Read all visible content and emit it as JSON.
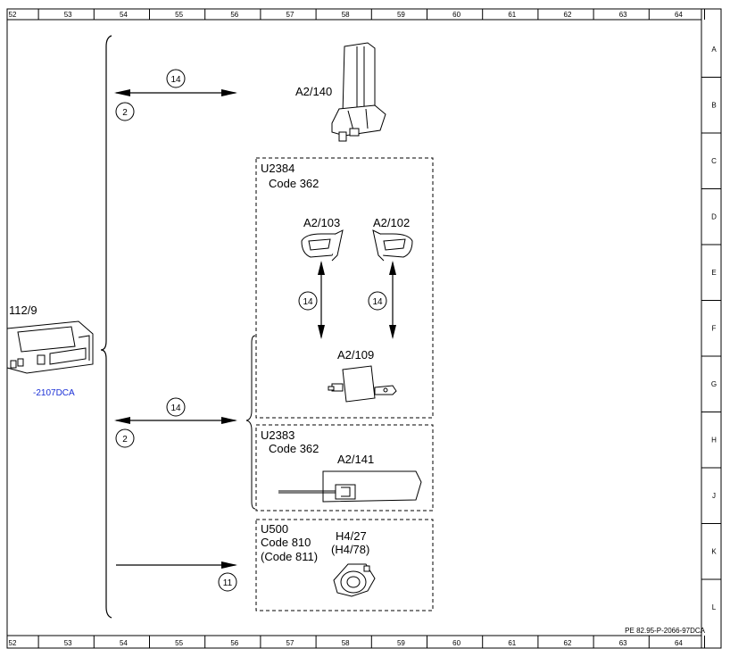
{
  "grid": {
    "columns": [
      "52",
      "53",
      "54",
      "55",
      "56",
      "57",
      "58",
      "59",
      "60",
      "61",
      "62",
      "63",
      "64"
    ],
    "rows": [
      "A",
      "B",
      "C",
      "D",
      "E",
      "F",
      "G",
      "H",
      "J",
      "K",
      "L"
    ]
  },
  "left_labels": {
    "part": "112/9",
    "ref": "-2107DCA"
  },
  "components": {
    "a2_140": "A2/140",
    "a2_103": "A2/103",
    "a2_102": "A2/102",
    "a2_109": "A2/109",
    "a2_141": "A2/141",
    "h4_27": "H4/27",
    "h4_78": "(H4/78)"
  },
  "groups": {
    "u2384": {
      "name": "U2384",
      "code": "Code 362"
    },
    "u2383": {
      "name": "U2383",
      "code": "Code 362"
    },
    "u500": {
      "name": "U500",
      "code": "Code 810",
      "code_alt": "(Code 811)"
    }
  },
  "circles": {
    "c14_top": "14",
    "c2_top": "2",
    "c14_left": "14",
    "c14_right": "14",
    "c14_mid": "14",
    "c2_mid": "2",
    "c11": "11"
  },
  "footer_ref": "PE 82.95-P-2066-97DCA"
}
